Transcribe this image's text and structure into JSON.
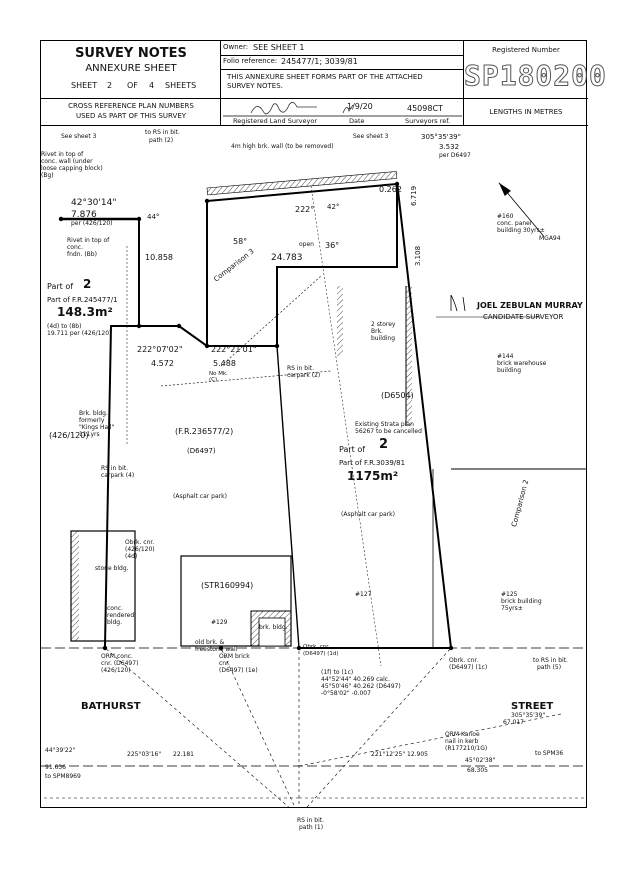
{
  "header": {
    "title": "SURVEY NOTES",
    "subtitle": "ANNEXURE SHEET",
    "sheet_label": "SHEET",
    "sheet_number": "2",
    "of_label": "OF",
    "sheet_total": "4",
    "sheets_suffix": "SHEETS",
    "owner_label": "Owner:",
    "owner_value": "SEE SHEET 1",
    "folio_label": "Folio reference:",
    "folio_value": "245477/1; 3039/81",
    "annexure_note_1": "THIS ANNEXURE SHEET FORMS PART OF THE ATTACHED",
    "annexure_note_2": "SURVEY NOTES.",
    "signature_date": "1/9/20",
    "surveyors_ref": "45098CT",
    "signed_by_label": "Registered Land Surveyor",
    "date_label": "Date",
    "ref_label": "Surveyors ref.",
    "registered_number_label": "Registered Number",
    "registered_number": "SP180200",
    "cross_ref_1": "CROSS REFERENCE PLAN NUMBERS",
    "cross_ref_2": "USED AS PART OF THIS SURVEY",
    "lengths_note": "LENGTHS IN METRES"
  },
  "surveyor": {
    "name": "JOEL ZEBULAN MURRAY",
    "title": "CANDIDATE SURVEYOR"
  },
  "plan": {
    "labels": [
      {
        "id": "see-sheet-3-a",
        "text": "See sheet 3"
      },
      {
        "id": "rs-bit-path-2",
        "text": "to RS in bit."
      },
      {
        "id": "rs-bit-path-2b",
        "text": "path (2)"
      },
      {
        "id": "wall-removed",
        "text": "4m high brk. wall (to be removed)"
      },
      {
        "id": "see-sheet-3-b",
        "text": "See sheet 3"
      },
      {
        "id": "bearing-top",
        "text": "305°35'39\""
      },
      {
        "id": "dist-top",
        "text": "3.532"
      },
      {
        "id": "per-6497",
        "text": "per D6497"
      },
      {
        "id": "rivet-1",
        "text": "Rivet in top of"
      },
      {
        "id": "rivet-2",
        "text": "conc. wall (under"
      },
      {
        "id": "rivet-3",
        "text": "loose capping block)"
      },
      {
        "id": "rivet-4",
        "text": "(Bg)"
      },
      {
        "id": "b-42",
        "text": "42°30'14\""
      },
      {
        "id": "d-7876",
        "text": "7.876"
      },
      {
        "id": "per-426",
        "text": "per (426/120)"
      },
      {
        "id": "rivet-b1",
        "text": "Rivet in top of"
      },
      {
        "id": "rivet-b2",
        "text": "conc."
      },
      {
        "id": "rivet-b3",
        "text": "fndn. (Bb)"
      },
      {
        "id": "b-44",
        "text": "44°"
      },
      {
        "id": "d-10858",
        "text": "10.858"
      },
      {
        "id": "d-222",
        "text": "222°"
      },
      {
        "id": "d-42",
        "text": "42°"
      },
      {
        "id": "d-58",
        "text": "58°"
      },
      {
        "id": "d-36",
        "text": "36°"
      },
      {
        "id": "d-24783",
        "text": "24.783"
      },
      {
        "id": "open",
        "text": "open"
      },
      {
        "id": "d-0262",
        "text": "0.262"
      },
      {
        "id": "d-6719",
        "text": "6.719"
      },
      {
        "id": "d-3108",
        "text": "3.108"
      },
      {
        "id": "comparison-3",
        "text": "Comparison 3"
      },
      {
        "id": "part-of-2",
        "text": "Part of"
      },
      {
        "id": "part-of-2-num",
        "text": "2"
      },
      {
        "id": "fr-245477",
        "text": "Part of F.R.245477/1"
      },
      {
        "id": "area-148",
        "text": "148.3m²"
      },
      {
        "id": "fr-4d",
        "text": "(4d) to (8b)"
      },
      {
        "id": "fr-19711",
        "text": "19.711 per (426/120)"
      },
      {
        "id": "b-222-07",
        "text": "222°07'02\""
      },
      {
        "id": "b-222-21",
        "text": "222°21'01\""
      },
      {
        "id": "d-4572",
        "text": "4.572"
      },
      {
        "id": "d-5488",
        "text": "5.488"
      },
      {
        "id": "no-mk-c",
        "text": "No Mk."
      },
      {
        "id": "no-mk-c2",
        "text": "(C)"
      },
      {
        "id": "rs-carpark-2",
        "text": "RS in bit."
      },
      {
        "id": "rs-carpark-2b",
        "text": "carpark (2)"
      },
      {
        "id": "fr-236577",
        "text": "(F.R.236577/2)"
      },
      {
        "id": "d64971",
        "text": "(D6497)"
      },
      {
        "id": "asphalt-1",
        "text": "(Asphalt car park)"
      },
      {
        "id": "part-of-2b",
        "text": "Part of"
      },
      {
        "id": "part-2b-num",
        "text": "2"
      },
      {
        "id": "fr-3039",
        "text": "Part of F.R.3039/81"
      },
      {
        "id": "area-1175",
        "text": "1175m²"
      },
      {
        "id": "strata-1",
        "text": "Existing Strata plan"
      },
      {
        "id": "strata-2",
        "text": "56267 to be cancelled"
      },
      {
        "id": "d6504",
        "text": "(D6504)"
      },
      {
        "id": "asphalt-2",
        "text": "(Asphalt car park)"
      },
      {
        "id": "brick-2storey",
        "text": "2 storey"
      },
      {
        "id": "brick-bldg",
        "text": "Brk."
      },
      {
        "id": "brick-bldg2",
        "text": "building"
      },
      {
        "id": "warehouse-1",
        "text": "#144"
      },
      {
        "id": "warehouse-2",
        "text": "brick warehouse"
      },
      {
        "id": "warehouse-3",
        "text": "building"
      },
      {
        "id": "comparison-2",
        "text": "Comparison 2"
      },
      {
        "id": "bldg-125",
        "text": "#125"
      },
      {
        "id": "bldg-125b",
        "text": "brick building"
      },
      {
        "id": "bldg-125c",
        "text": "75yrs±"
      },
      {
        "id": "bldg-160",
        "text": "#160"
      },
      {
        "id": "bldg-160b",
        "text": "conc. panel"
      },
      {
        "id": "bldg-160c",
        "text": "building 30yrs±"
      },
      {
        "id": "mga",
        "text": "MGA94"
      },
      {
        "id": "426-120",
        "text": "(426/120)"
      },
      {
        "id": "brk-bldg-kh",
        "text": "Brk. bldg."
      },
      {
        "id": "brk-bldg-kh2",
        "text": "formerly"
      },
      {
        "id": "brk-bldg-kh3",
        "text": "\"Kings Hall\""
      },
      {
        "id": "brk-bldg-kh4",
        "text": "111yrs"
      },
      {
        "id": "rs-carpark-4",
        "text": "RS in bit."
      },
      {
        "id": "rs-carpark-4b",
        "text": "carpark (4)"
      },
      {
        "id": "stone-bldg",
        "text": "stone bldg."
      },
      {
        "id": "conc-rendered",
        "text": "conc."
      },
      {
        "id": "conc-rendered2",
        "text": "rendered"
      },
      {
        "id": "conc-rendered3",
        "text": "bldg."
      },
      {
        "id": "str160994",
        "text": "(STR160994)"
      },
      {
        "id": "n129",
        "text": "#129"
      },
      {
        "id": "brk-bldg-small",
        "text": "brk. bldg."
      },
      {
        "id": "old-brk",
        "text": "old brk. &"
      },
      {
        "id": "old-brk2",
        "text": "freestone wall"
      },
      {
        "id": "n127",
        "text": "#127"
      },
      {
        "id": "obrk-4d",
        "text": "Obrk. cnr."
      },
      {
        "id": "obrk-4d2",
        "text": "(426/120)"
      },
      {
        "id": "obrk-4d3",
        "text": "(4d)"
      },
      {
        "id": "obrk-1d",
        "text": "Obrk. cnr."
      },
      {
        "id": "obrk-1d2",
        "text": "(D6497) (1d)"
      },
      {
        "id": "orm-conc",
        "text": "ORM conc."
      },
      {
        "id": "orm-conc2",
        "text": "cnr. (D6497)"
      },
      {
        "id": "orm-conc3",
        "text": "(426/120)"
      },
      {
        "id": "orm-brick",
        "text": "ORM brick"
      },
      {
        "id": "orm-brick2",
        "text": "cnr."
      },
      {
        "id": "orm-brick3",
        "text": "(D6497) (1e)"
      },
      {
        "id": "obrk-1c",
        "text": "Obrk. cnr."
      },
      {
        "id": "obrk-1c2",
        "text": "(D6497) (1c)"
      },
      {
        "id": "rs-bit-path-5",
        "text": "to RS in bit."
      },
      {
        "id": "rs-bit-path-5b",
        "text": "path (5)"
      },
      {
        "id": "calc-1",
        "text": "(1f) to (1c)"
      },
      {
        "id": "calc-2",
        "text": "44°52'44\"  40.269 calc."
      },
      {
        "id": "calc-3",
        "text": "45°50'46\"  40.262 (D6497)"
      },
      {
        "id": "calc-4",
        "text": "-0°58'02\"  -0.007"
      },
      {
        "id": "bathurst",
        "text": "BATHURST"
      },
      {
        "id": "street",
        "text": "STREET"
      },
      {
        "id": "orm-kanoe",
        "text": "ORM Kanoe"
      },
      {
        "id": "orm-kanoe2",
        "text": "nail in kerb"
      },
      {
        "id": "orm-kanoe3",
        "text": "(R177210/1G)"
      },
      {
        "id": "b-225",
        "text": "225°03'16\""
      },
      {
        "id": "d-22181",
        "text": "22.181"
      },
      {
        "id": "b-221",
        "text": "221°12'25\""
      },
      {
        "id": "d-12905",
        "text": "12.905"
      },
      {
        "id": "b-44-39",
        "text": "44°39'22\""
      },
      {
        "id": "d-91636",
        "text": "91.636"
      },
      {
        "id": "spm",
        "text": "to SPM8969"
      },
      {
        "id": "b-45-02",
        "text": "45°02'38\""
      },
      {
        "id": "d-68305",
        "text": "68.305"
      },
      {
        "id": "spm36",
        "text": "to SPM36"
      },
      {
        "id": "rs-bit-path-1",
        "text": "RS in bit."
      },
      {
        "id": "rs-bit-path-1b",
        "text": "path (1)"
      },
      {
        "id": "d-67017",
        "text": "67.017"
      },
      {
        "id": "b-305",
        "text": "305°35'39\""
      }
    ]
  }
}
